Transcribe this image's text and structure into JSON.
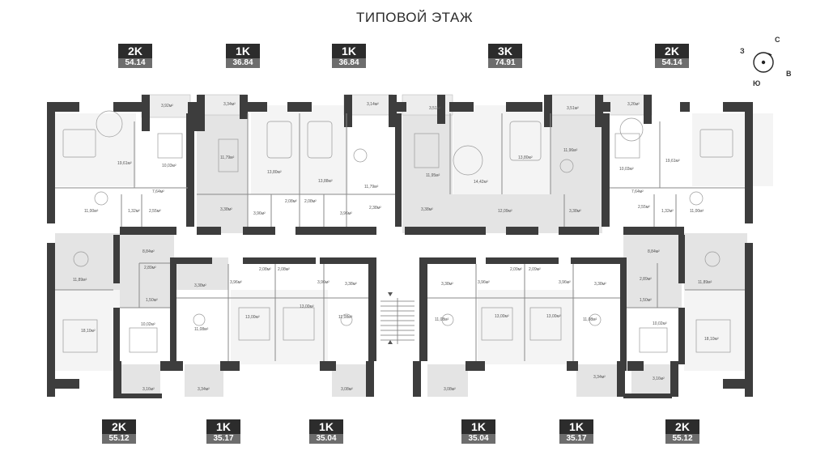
{
  "title": "ТИПОВОЙ ЭТАЖ",
  "compass": {
    "north": "С",
    "west": "З",
    "east": "В",
    "south": "Ю"
  },
  "top_units": [
    {
      "type": "2K",
      "area": "54.14"
    },
    {
      "type": "1K",
      "area": "36.84"
    },
    {
      "type": "1K",
      "area": "36.84"
    },
    {
      "type": "3K",
      "area": "74.91"
    },
    {
      "type": "2K",
      "area": "54.14"
    }
  ],
  "bottom_units": [
    {
      "type": "2K",
      "area": "55.12"
    },
    {
      "type": "1K",
      "area": "35.17"
    },
    {
      "type": "1K",
      "area": "35.04"
    },
    {
      "type": "1K",
      "area": "35.04"
    },
    {
      "type": "1K",
      "area": "35.17"
    },
    {
      "type": "2K",
      "area": "55.12"
    }
  ],
  "room_labels": [
    "3,92м²",
    "3,34м²",
    "3,14м²",
    "3,51м²",
    "3,51м²",
    "3,26м²",
    "19,61м²",
    "10,03м²",
    "11,79м²",
    "13,80м²",
    "13,88м²",
    "11,79м²",
    "11,95м²",
    "14,42м²",
    "13,80м²",
    "11,96м²",
    "10,03м²",
    "19,61м²",
    "7,64м²",
    "11,00м²",
    "1,32м²",
    "2,55м²",
    "3,38м²",
    "3,96м²",
    "2,08м²",
    "2,08м²",
    "3,96м²",
    "2,38м²",
    "3,38м²",
    "12,09м²",
    "3,38м²",
    "7,64м²",
    "2,55м²",
    "1,32м²",
    "11,00м²",
    "8,84м²",
    "11,89м²",
    "2,89м²",
    "1,50м²",
    "10,02м²",
    "18,10м²",
    "3,38м²",
    "3,96м²",
    "2,08м²",
    "2,08м²",
    "3,96м²",
    "3,38м²",
    "11,08м²",
    "13,00м²",
    "13,00м²",
    "11,08м²",
    "3,38м²",
    "3,96м²",
    "2,09м²",
    "2,09м²",
    "3,96м²",
    "3,38м²",
    "11,08м²",
    "13,00м²",
    "13,00м²",
    "11,08м²",
    "8,84м²",
    "2,89м²",
    "1,50м²",
    "11,89м²",
    "10,02м²",
    "18,10м²",
    "3,16м²",
    "3,34м²",
    "3,08м²",
    "3,08м²",
    "3,34м²",
    "3,16м²"
  ]
}
